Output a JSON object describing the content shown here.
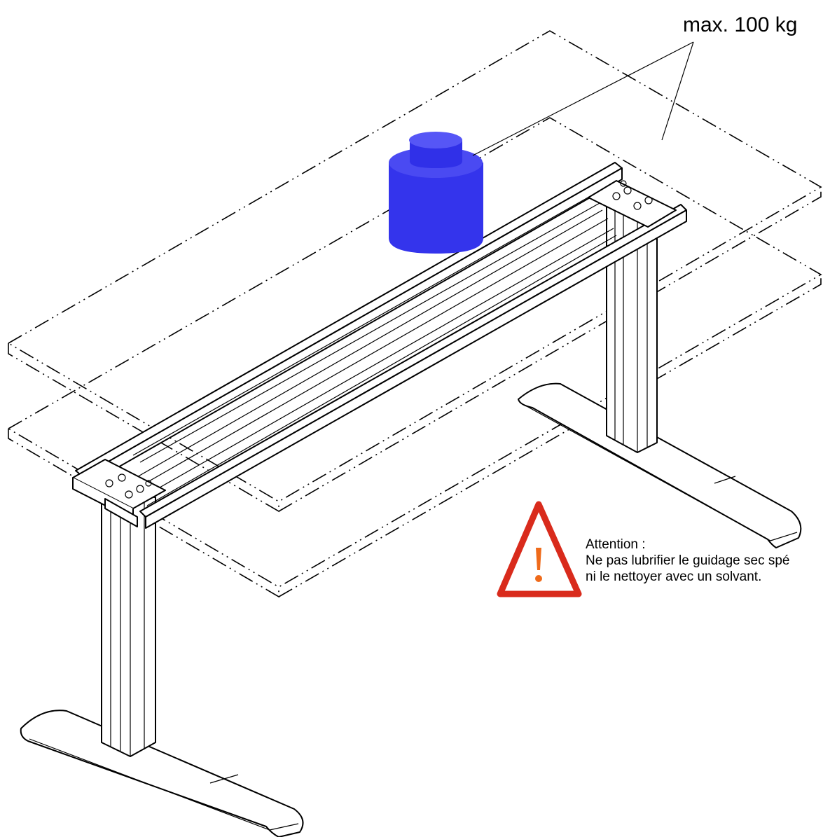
{
  "load_label": "max. 100 kg",
  "warning": {
    "title": "Attention :",
    "line1": "Ne pas lubrifier le guidage sec spé",
    "line2": "ni le nettoyer avec un solvant."
  },
  "colors": {
    "weight": "#3a3aef",
    "warning_border": "#d92b1c",
    "warning_mark": "#ef6a1a"
  },
  "icons": [
    "weight-icon",
    "warning-triangle-icon"
  ]
}
